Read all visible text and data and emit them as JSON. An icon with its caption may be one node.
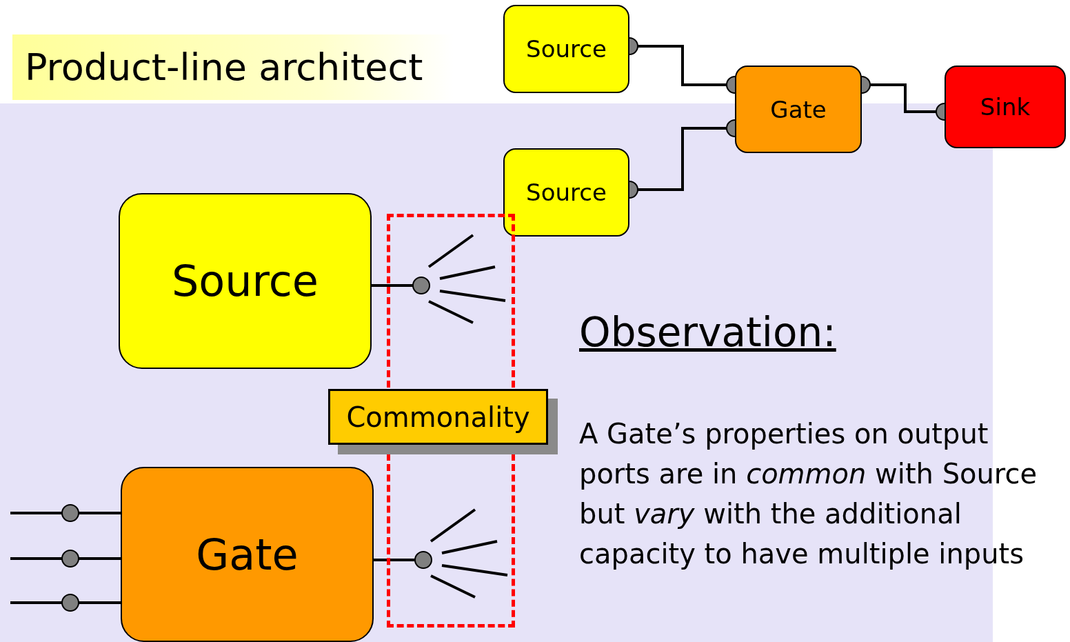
{
  "diagram": {
    "title": "Product-line architect",
    "nodes": [
      {
        "text": [
          "Source"
        ]
      },
      {
        "text": [
          "Gate"
        ]
      },
      {
        "text": [
          "Sink"
        ]
      },
      {
        "text": [
          "Source"
        ]
      },
      {
        "text": [
          "Source"
        ]
      },
      {
        "text": [],
        "shape": "box"
      },
      {
        "text": [
          "Commonality"
        ]
      },
      {
        "text": [
          "Gate"
        ]
      }
    ],
    "edges": [
      {
        "from": 0,
        "to": 1,
        "arrow": "other"
      },
      {
        "from": 3,
        "to": 1,
        "arrow": "other"
      },
      {
        "from": 1,
        "to": 2,
        "arrow": "other"
      },
      {
        "from": 4,
        "to": 5,
        "arrow": "other"
      },
      {
        "from": null,
        "to": 7,
        "arrow": "other"
      },
      {
        "from": null,
        "to": 7,
        "arrow": "other"
      },
      {
        "from": null,
        "to": 7,
        "arrow": "other"
      },
      {
        "from": 7,
        "to": 5,
        "arrow": "other"
      }
    ],
    "labels": [
      "Observation:",
      "A Gate’s properties on output ports are in *common* with Source but *vary* with the additional capacity to have multiple inputs"
    ]
  }
}
